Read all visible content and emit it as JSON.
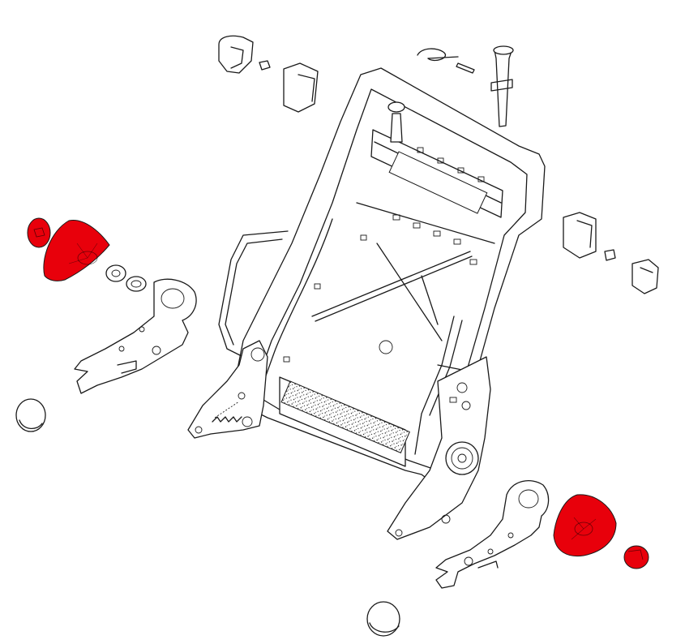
{
  "diagram": {
    "highlight_color": "#e8000b",
    "line_color": "#1a1a1a",
    "background": "#ffffff",
    "highlighted_parts": [
      "left-recliner-knob",
      "left-knob-cap",
      "right-recliner-knob",
      "right-knob-cap"
    ]
  }
}
